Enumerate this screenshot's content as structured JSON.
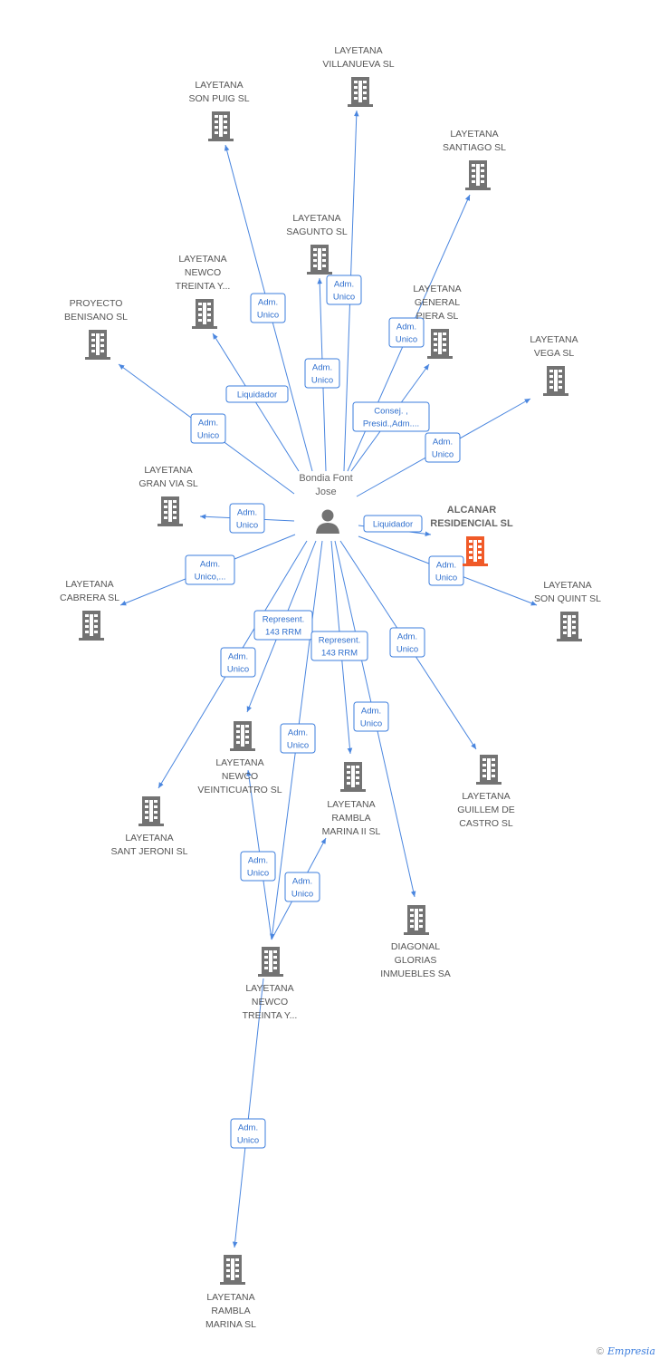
{
  "colors": {
    "edge": "#4a86df",
    "building": "#737373",
    "main_building": "#f05a28",
    "person": "#737373"
  },
  "person": {
    "lines": [
      "Bondia Font",
      "Jose"
    ],
    "icon": "person-icon"
  },
  "companies": [
    {
      "id": "villanueva",
      "lines": [
        "LAYETANA",
        "VILLANUEVA SL"
      ],
      "main": false
    },
    {
      "id": "sonpuig",
      "lines": [
        "LAYETANA",
        "SON PUIG SL"
      ],
      "main": false
    },
    {
      "id": "santiago",
      "lines": [
        "LAYETANA",
        "SANTIAGO SL"
      ],
      "main": false
    },
    {
      "id": "sagunto",
      "lines": [
        "LAYETANA",
        "SAGUNTO SL"
      ],
      "main": false
    },
    {
      "id": "newco30a",
      "lines": [
        "LAYETANA",
        "NEWCO",
        "TREINTA Y..."
      ],
      "main": false
    },
    {
      "id": "benisano",
      "lines": [
        "PROYECTO",
        "BENISANO  SL"
      ],
      "main": false
    },
    {
      "id": "generalpiera",
      "lines": [
        "LAYETANA",
        "GENERAL",
        "PIERA SL"
      ],
      "main": false
    },
    {
      "id": "vega",
      "lines": [
        "LAYETANA",
        "VEGA SL"
      ],
      "main": false
    },
    {
      "id": "granvia",
      "lines": [
        "LAYETANA",
        "GRAN VIA SL"
      ],
      "main": false
    },
    {
      "id": "alcanar",
      "lines": [
        "ALCANAR",
        "RESIDENCIAL SL"
      ],
      "main": true
    },
    {
      "id": "cabrera",
      "lines": [
        "LAYETANA",
        "CABRERA SL"
      ],
      "main": false
    },
    {
      "id": "sonquint",
      "lines": [
        "LAYETANA",
        "SON QUINT SL"
      ],
      "main": false
    },
    {
      "id": "newco24",
      "lines": [
        "LAYETANA",
        "NEWCO",
        "VEINTICUATRO SL"
      ],
      "main": false
    },
    {
      "id": "guillem",
      "lines": [
        "LAYETANA",
        "GUILLEM DE",
        "CASTRO SL"
      ],
      "main": false
    },
    {
      "id": "ramblamarina2",
      "lines": [
        "LAYETANA",
        "RAMBLA",
        "MARINA II SL"
      ],
      "main": false
    },
    {
      "id": "santjeroni",
      "lines": [
        "LAYETANA",
        "SANT JERONI SL"
      ],
      "main": false
    },
    {
      "id": "diagonal",
      "lines": [
        "DIAGONAL",
        "GLORIAS",
        "INMUEBLES SA"
      ],
      "main": false
    },
    {
      "id": "newco30b",
      "lines": [
        "LAYETANA",
        "NEWCO",
        "TREINTA Y..."
      ],
      "main": false
    },
    {
      "id": "ramblamarina",
      "lines": [
        "LAYETANA",
        "RAMBLA",
        "MARINA SL"
      ],
      "main": false
    }
  ],
  "relations": [
    {
      "to": "villanueva",
      "label": [
        "Adm.",
        "Unico"
      ]
    },
    {
      "to": "sonpuig",
      "label": [
        "Adm.",
        "Unico"
      ]
    },
    {
      "to": "sagunto",
      "label": [
        "Adm.",
        "Unico"
      ]
    },
    {
      "to": "santiago",
      "label": [
        "Adm.",
        "Unico"
      ]
    },
    {
      "to": "newco30a",
      "label": [
        "Liquidador"
      ]
    },
    {
      "to": "benisano",
      "label": [
        "Adm.",
        "Unico"
      ]
    },
    {
      "to": "generalpiera",
      "label": [
        "Consej. ,",
        "Presid.,Adm...."
      ]
    },
    {
      "to": "vega",
      "label": [
        "Adm.",
        "Unico"
      ]
    },
    {
      "to": "granvia",
      "label": [
        "Adm.",
        "Unico"
      ]
    },
    {
      "to": "alcanar",
      "label": [
        "Liquidador"
      ]
    },
    {
      "to": "cabrera",
      "label": [
        "Adm.",
        "Unico,..."
      ]
    },
    {
      "to": "sonquint",
      "label": [
        "Adm.",
        "Unico"
      ]
    },
    {
      "to": "newco24",
      "label": [
        "Represent.",
        "143 RRM"
      ]
    },
    {
      "to": "ramblamarina2",
      "label": [
        "Represent.",
        "143 RRM"
      ]
    },
    {
      "to": "guillem",
      "label": [
        "Adm.",
        "Unico"
      ]
    },
    {
      "to": "santjeroni",
      "label": [
        "Adm.",
        "Unico"
      ]
    },
    {
      "to": "newco30b",
      "label": [
        "Adm.",
        "Unico"
      ]
    },
    {
      "to": "diagonal",
      "label": [
        "Adm.",
        "Unico"
      ]
    },
    {
      "from": "newco30b",
      "to": "newco24",
      "label": [
        "Adm.",
        "Unico"
      ]
    },
    {
      "from": "newco30b",
      "to": "ramblamarina2",
      "label": [
        "Adm.",
        "Unico"
      ]
    },
    {
      "from": "newco30b",
      "to": "ramblamarina",
      "label": [
        "Adm.",
        "Unico"
      ]
    }
  ],
  "footer": {
    "copyright": "©",
    "brand": "Empresia"
  }
}
